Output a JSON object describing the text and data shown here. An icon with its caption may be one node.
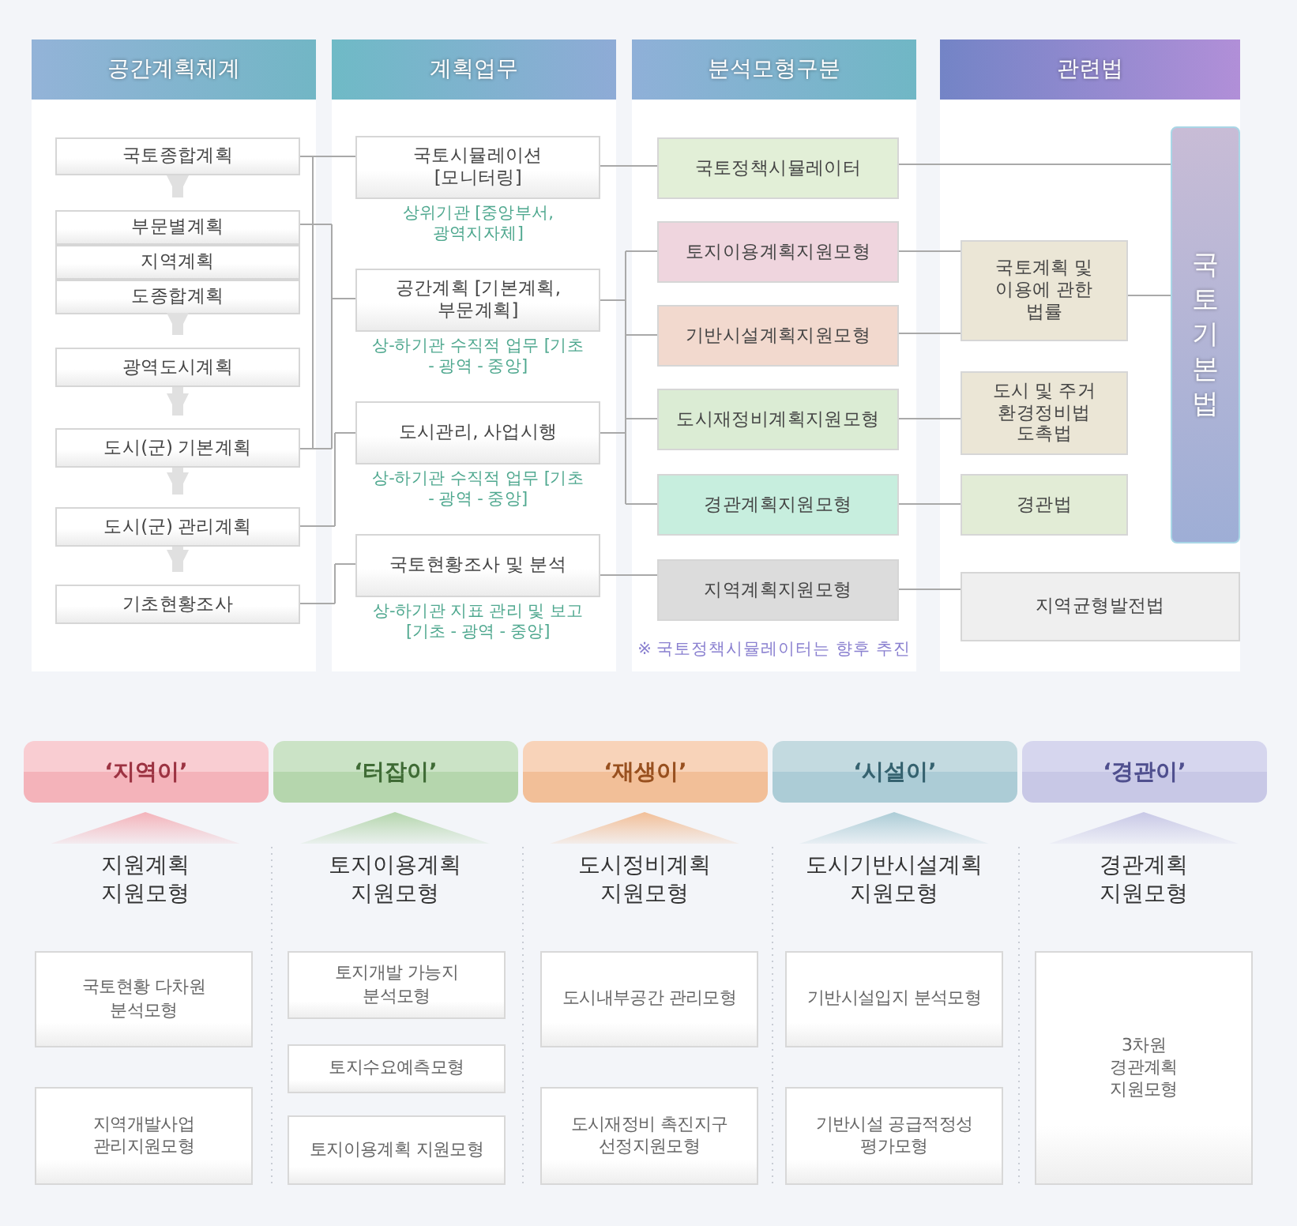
{
  "diagram": {
    "nodes": [
      {
        "text": [
          "공간계획체계"
        ]
      },
      {
        "text": [
          "국토종합계획"
        ],
        "in": 0
      },
      {
        "text": [
          "부문별계획"
        ],
        "in": 0
      },
      {
        "text": [
          "지역계획"
        ],
        "in": 0
      },
      {
        "text": [
          "도종합계획"
        ],
        "in": 0
      },
      {
        "text": [
          "광역도시계획"
        ],
        "in": 0
      },
      {
        "text": [
          "도시(군) 기본계획"
        ],
        "in": 0
      },
      {
        "text": [
          "도시(군) 관리계획"
        ],
        "in": 0
      },
      {
        "text": [
          "기초현황조사"
        ],
        "in": 0
      },
      {
        "text": [
          "계획업무"
        ]
      },
      {
        "text": [
          "국토시뮬레이션 [모니터링]"
        ],
        "in": 9,
        "beside": [
          "상위기관 [중앙부서,광역지자체]"
        ]
      },
      {
        "text": [
          "공간계획 [기본계획, 부문계획]"
        ],
        "in": 9,
        "beside": [
          "상-하기관 수직적 업무 [기초 - 광역 - 중앙]"
        ]
      },
      {
        "text": [
          "도시관리, 사업시행"
        ],
        "in": 9,
        "beside": [
          "상-하기관 수직적 업무 [기초 - 광역 - 중앙]"
        ]
      },
      {
        "text": [
          "국토현황조사 및 분석"
        ],
        "in": 9,
        "beside": [
          "상-하기관 지표 관리 및 보고 [기초 - 광역 - 중앙]"
        ]
      },
      {
        "text": [
          "분석모형구분"
        ]
      },
      {
        "text": [
          "국토정책시뮬레이터"
        ],
        "in": 14
      },
      {
        "text": [
          "토지이용계획지원모형"
        ],
        "in": 14
      },
      {
        "text": [
          "기반시설계획지원모형"
        ],
        "in": 14
      },
      {
        "text": [
          "도시재정비계획지원모형"
        ],
        "in": 14
      },
      {
        "text": [
          "경관계획지원모형"
        ],
        "in": 14
      },
      {
        "text": [
          "지역계획지원모형"
        ],
        "in": 14
      },
      {
        "text": [
          "관련법"
        ]
      },
      {
        "text": [
          "국토기본법"
        ],
        "in": 21
      },
      {
        "text": [
          "국토계획 및 이용에 관한 법률"
        ],
        "in": 21
      },
      {
        "text": [
          "도시 및 주거 환경정비법 도촉법"
        ],
        "in": 21
      },
      {
        "text": [
          "경관법"
        ],
        "in": 21
      },
      {
        "text": [
          "지역균형발전법"
        ],
        "in": 21
      },
      {
        "text": [
          "‘지역이’"
        ]
      },
      {
        "text": [
          "‘터잡이’"
        ]
      },
      {
        "text": [
          "‘재생이’"
        ]
      },
      {
        "text": [
          "‘시설이’"
        ]
      },
      {
        "text": [
          "‘경관이’"
        ]
      },
      {
        "text": [],
        "shape": "triangle"
      },
      {
        "text": [],
        "shape": "triangle"
      },
      {
        "text": [],
        "shape": "triangle"
      },
      {
        "text": [],
        "shape": "triangle"
      },
      {
        "text": [],
        "shape": "triangle"
      },
      {
        "text": [
          "국토현황 다차원 분석모형"
        ]
      },
      {
        "text": [
          "지역개발사업 관리지원모형"
        ]
      },
      {
        "text": [
          "토지개발 가능지 분석모형"
        ]
      },
      {
        "text": [
          "토지수요예측모형"
        ]
      },
      {
        "text": [
          "토지이용계획 지원모형"
        ]
      },
      {
        "text": [
          "도시내부공간 관리모형"
        ]
      },
      {
        "text": [
          "도시재정비 촉진지구 선정지원모형"
        ]
      },
      {
        "text": [
          "기반시설입지 분석모형"
        ]
      },
      {
        "text": [
          "기반시설 공급적정성 평가모형"
        ]
      },
      {
        "text": [
          "3차원 경관계획 지원모형"
        ]
      }
    ],
    "edges": [
      {
        "from": 1,
        "to": 2,
        "arrow": "to",
        "style": "thick",
        "color": "#e0e0e0"
      },
      {
        "from": 4,
        "to": 5,
        "arrow": "to",
        "style": "thick",
        "color": "#e0e0e0"
      },
      {
        "from": 5,
        "to": 6,
        "arrow": "to",
        "style": "thick",
        "color": "#e0e0e0"
      },
      {
        "from": 6,
        "to": 7,
        "arrow": "to",
        "style": "thick",
        "color": "#e0e0e0"
      },
      {
        "from": 7,
        "to": 8,
        "arrow": "to",
        "style": "thick",
        "color": "#e0e0e0"
      },
      {
        "from": 1,
        "to": 10,
        "arrow": "none"
      },
      {
        "from": 6,
        "to": 10,
        "arrow": "none"
      },
      {
        "from": 2,
        "to": 11,
        "arrow": "none"
      },
      {
        "from": 6,
        "to": 11,
        "arrow": "none"
      },
      {
        "from": 7,
        "to": 12,
        "arrow": "none"
      },
      {
        "from": 8,
        "to": 13,
        "arrow": "none"
      },
      {
        "from": 10,
        "to": 15,
        "arrow": "none"
      },
      {
        "from": 11,
        "to": 16,
        "arrow": "none"
      },
      {
        "from": 11,
        "to": 17,
        "arrow": "none"
      },
      {
        "from": 11,
        "to": 18,
        "arrow": "none"
      },
      {
        "from": 11,
        "to": 19,
        "arrow": "none"
      },
      {
        "from": 12,
        "to": 16,
        "arrow": "none"
      },
      {
        "from": 12,
        "to": 17,
        "arrow": "none"
      },
      {
        "from": 12,
        "to": 18,
        "arrow": "none"
      },
      {
        "from": 12,
        "to": 19,
        "arrow": "none"
      },
      {
        "from": 13,
        "to": 20,
        "arrow": "none"
      },
      {
        "from": 15,
        "to": 22,
        "arrow": "none"
      },
      {
        "from": 16,
        "to": 23,
        "arrow": "none"
      },
      {
        "from": 17,
        "to": 23,
        "arrow": "none"
      },
      {
        "from": 23,
        "to": 22,
        "arrow": "none"
      },
      {
        "from": 18,
        "to": 24,
        "arrow": "none"
      },
      {
        "from": 19,
        "to": 25,
        "arrow": "none"
      },
      {
        "from": 20,
        "to": 26,
        "arrow": "none"
      }
    ],
    "labels": [
      "※ 국토정책시뮬레이터는 향후 추진",
      "지원계획 지원모형",
      "토지이용계획 지원모형",
      "도시정비계획 지원모형",
      "도시기반시설계획 지원모형",
      "경관계획 지원모형"
    ]
  }
}
